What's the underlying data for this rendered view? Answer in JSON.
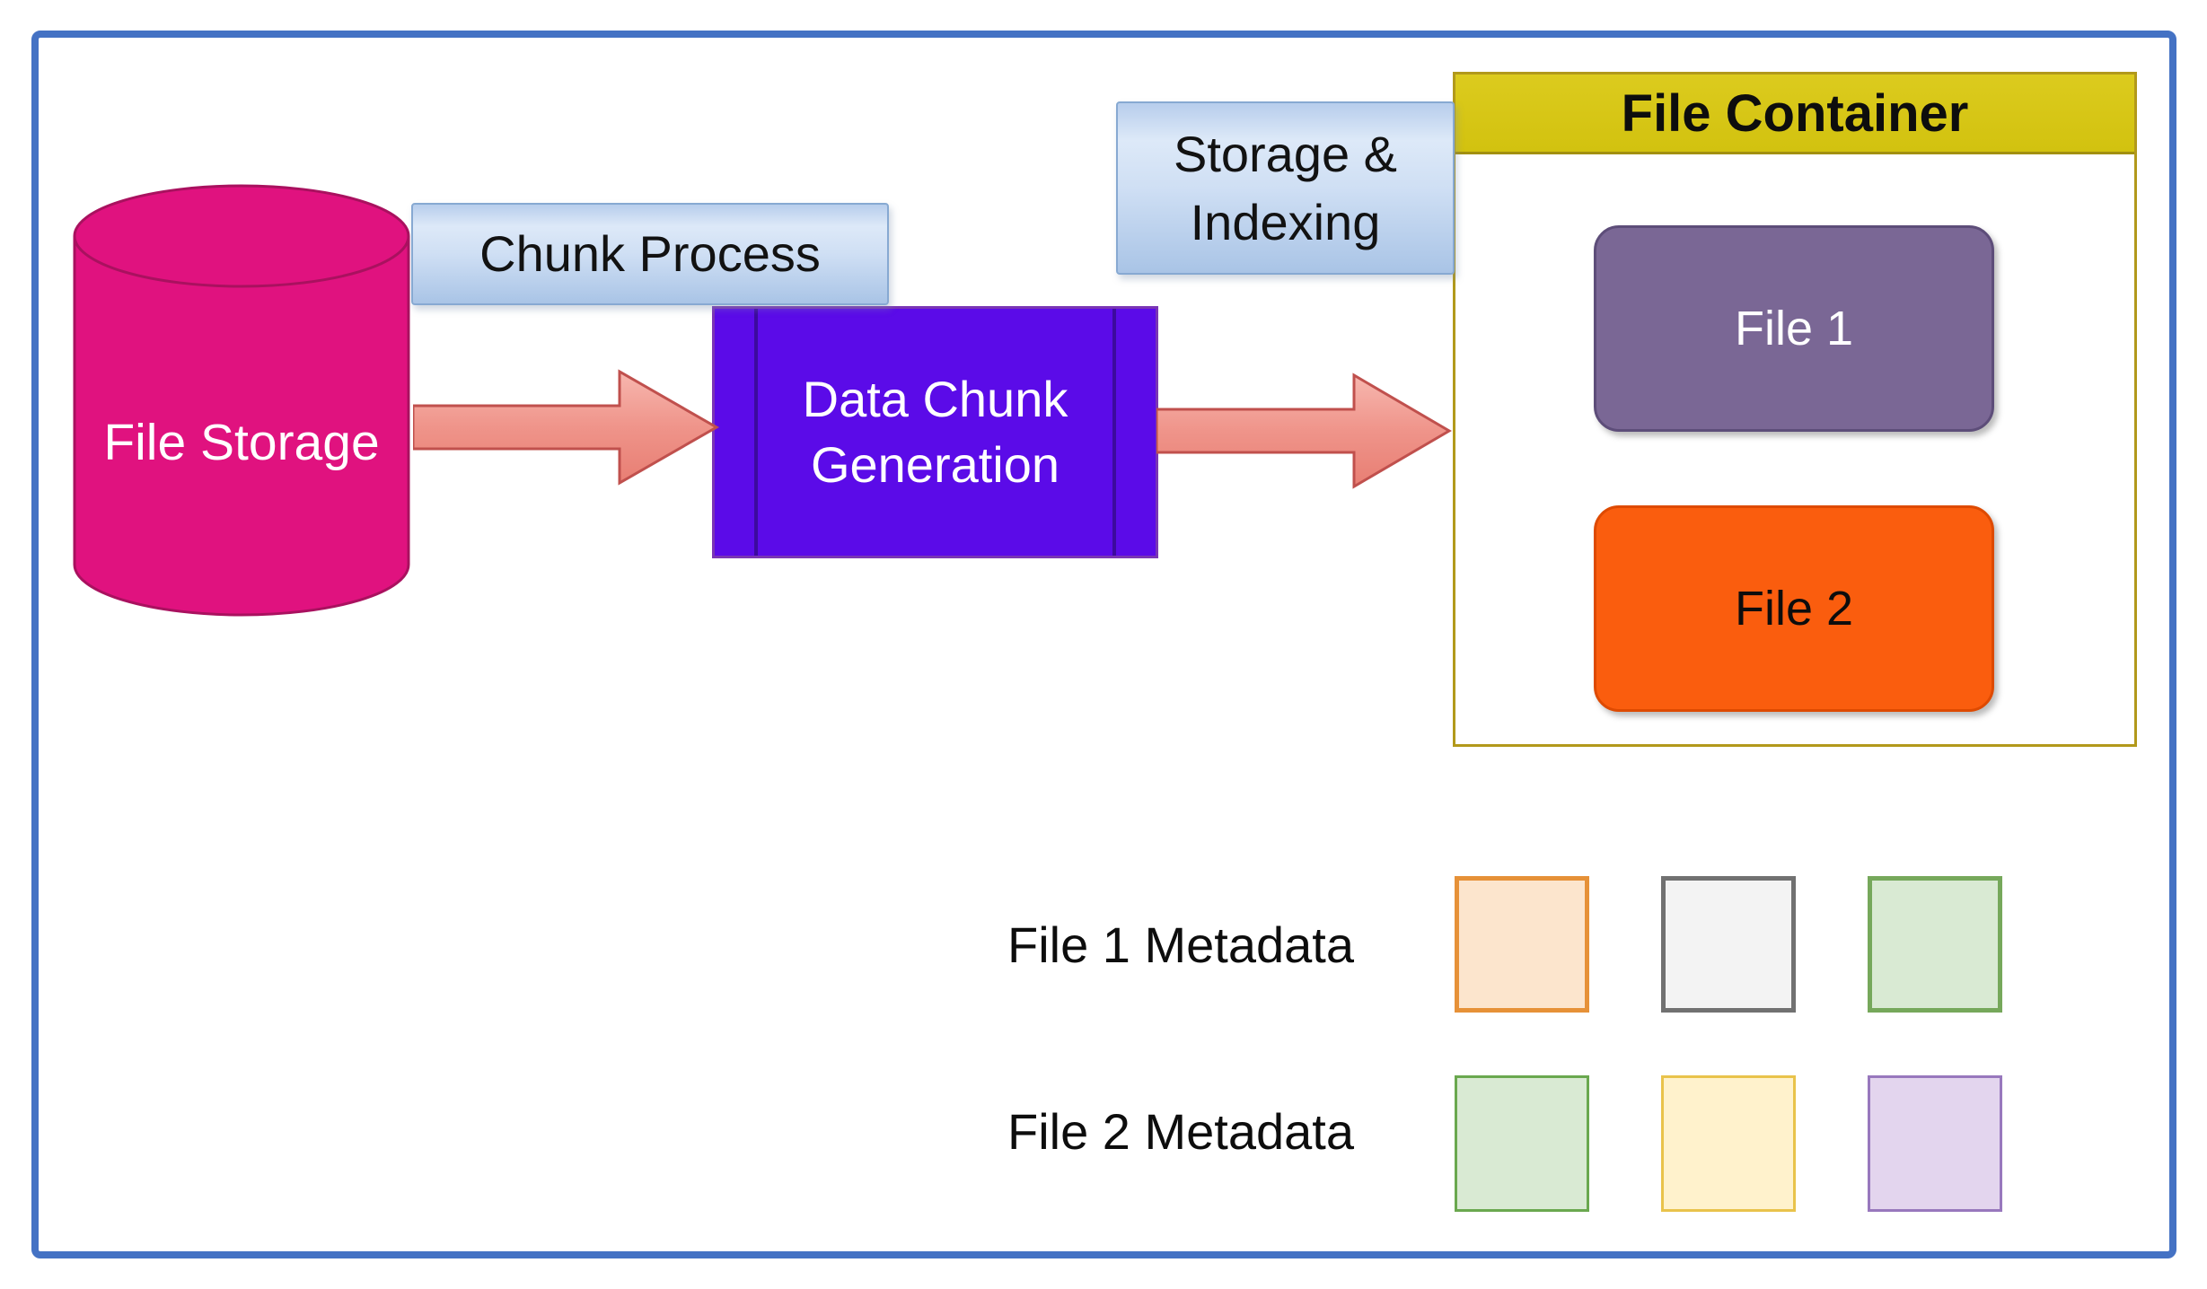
{
  "colors": {
    "frame_border": "#4472C4",
    "cylinder_fill": "#E0127F",
    "cylinder_stroke": "#A9115F",
    "blue_label_fill": "#C4D7F0",
    "blue_label_border": "#87A9D2",
    "process_fill": "#5B0BE8",
    "process_border": "#7A35B5",
    "arrow_fill": "#EF948A",
    "arrow_stroke": "#C0504D",
    "container_border": "#B2991B",
    "container_header_fill": "#D7C614",
    "file1_fill": "#7A6795",
    "file2_fill": "#FA5D0E"
  },
  "flow": {
    "file_storage": "File Storage",
    "chunk_process": "Chunk Process",
    "data_chunk_generation": "Data Chunk Generation",
    "storage_indexing": "Storage & Indexing"
  },
  "file_container": {
    "title": "File Container",
    "files": [
      {
        "label": "File 1",
        "box_style": "background:#7A6795;border:3px solid #5D4D79;color:#FFFFFF"
      },
      {
        "label": "File 2",
        "box_style": "background:#FA5D0E;border:3px solid #DE4A01;color:#0d0d0d"
      }
    ]
  },
  "metadata": {
    "rows": [
      {
        "label": "File 1 Metadata",
        "squares": [
          {
            "style": "background:#FCE5CD;border:5px solid #E69138"
          },
          {
            "style": "background:#F3F3F3;border:5px solid #717171"
          },
          {
            "style": "background:#D9EAD3;border:5px solid #76A85B"
          }
        ]
      },
      {
        "label": "File 2 Metadata",
        "squares": [
          {
            "style": "background:#D9EAD3;border:3px solid #6AA84F"
          },
          {
            "style": "background:#FFF2CC;border:3px solid #E9C34B"
          },
          {
            "style": "background:#E3D5EE;border:3px solid #9878BD"
          }
        ]
      }
    ]
  }
}
